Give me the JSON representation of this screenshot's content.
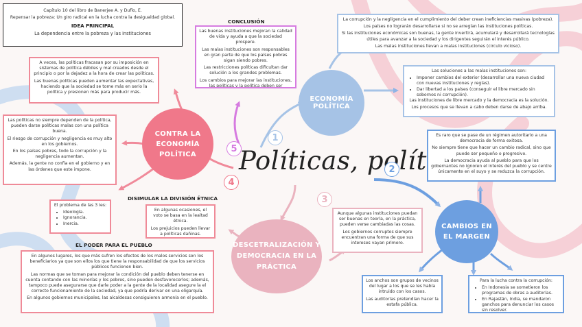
{
  "colors": {
    "pink": "#f0788a",
    "light_pink": "#eab3bf",
    "blue": "#6d9fe0",
    "light_blue": "#a6c3e6",
    "violet": "#d67be0",
    "background": "#fbf7f6"
  },
  "title": "Políticas, política",
  "header": {
    "line1": "Capítulo 10 del libro de Banerjee A. y Duflo, E.",
    "line2": "Repensar la pobreza: Un giro radical en la lucha contra la desigualdad global.",
    "idea_heading": "IDEA PRINCIPAL",
    "idea_text": "La dependencia entre la pobreza y las instituciones"
  },
  "nodes": {
    "n1": {
      "number": "1",
      "label": "ECONOMÍA POLÍTICA"
    },
    "n2": {
      "number": "2",
      "label": "CAMBIOS EN EL MARGEN"
    },
    "n3": {
      "number": "3",
      "label": "DESCETRALIZACIÓN Y DEMOCRACIA EN LA PRÁCTICA"
    },
    "n4": {
      "number": "4",
      "label": "CONTRA LA ECONOMÍA POLÍTICA"
    },
    "n5": {
      "number": "5"
    }
  },
  "conclusion": {
    "heading": "CONCLUSIÓN",
    "paragraphs": [
      "Las buenas instituciones mejoran la calidad de vida y ayuda a que la sociedad prospere.",
      "Las malas instituciones son responsables en gran parte de que los países pobres sigan siendo pobres.",
      "Las restricciones políticas dificultan dar solución a los grandes problemas.",
      "Los cambios para mejorar las instituciones, las políticas y la política deben ser graduales."
    ]
  },
  "economia": {
    "box1": [
      "La corrupción y la negligencia en el cumplimiento del deber crean ineficiencias masivas (pobreza).",
      "Los países no lograrán desarrollarse si no se arreglan las instituciones políticas.",
      "Si las instituciones económicas son buenas, la gente invertirá, acumulará y desarrollará tecnologías útiles para avanzar a la sociedad y los dirigentes seguirán el interés público.",
      "Las malas instituciones llevan a malas instituciones (circulo vicioso)."
    ],
    "box2_intro": "Las soluciones a las malas instituciones son:",
    "box2_bullets": [
      "Imponer cambios del exterior (desarrollar una nueva ciudad con nuevas instituciones y reglas).",
      "Dar libertad a los países (conseguir el libre mercado sin sobornos ni corrupción)."
    ],
    "box2_after": [
      "Las instituciones de libre mercado y la democracia es la solución.",
      "Los procesos que se llevan a cabo deben darse de abajo arriba."
    ]
  },
  "cambios": {
    "main": [
      "Es raro que se pase de un régimen autoritario a una democracia de forma exitosa.",
      "No siempre tiene que hacer un cambio radical, sino que puede ser pequeño o progresivo.",
      "La democracia ayuda al pueblo para que los gobernantes no ignoren el interés del pueblo y se centre únicamente en el suyo y se reduzca la corrupción."
    ],
    "left": [
      "Los anchos son grupos de vecinos del lugar a los que se les había intruido con los casos.",
      "Las auditorías pretendían hacer la estafa pública."
    ],
    "right_intro": "Para la lucha contra la corrupción:",
    "right_bullets": [
      "En Indonesia se sometieron los programas de obras a auditorías.",
      "En Rajastán, India, se mandaron ganchos para denunciar los casos sin resolver."
    ]
  },
  "descentralizacion": {
    "box": [
      "Aunque algunas instituciones puedan ser buenas en teoría, en la práctica, pueden verse cambiadas las cosas.",
      "Los gobiernos corruptos siempre encuentran una forma de que sus intereses vayan primero."
    ]
  },
  "contra": {
    "box1": [
      "A veces, las políticas fracasan por su imposición en sistemas de política débiles y mal creados desde el principio o por la dejadez a la hora de crear las políticas.",
      "Las buenas políticas pueden aumentar las expectativas, haciendo que la sociedad se tome más en serio la política y presionen más para producir más."
    ],
    "box2": [
      "Las políticas no siempre dependen de la política, pueden darse políticas malas con una política buena.",
      "El riesgo de corrupción y negligencia es muy alto en los gobiernos.",
      "En los países pobres, todo la corrupción y la negligencia aumentan.",
      "Además, la gente no confía en el gobierno y en las órdenes que este impone."
    ]
  },
  "division": {
    "heading": "DISIMULAR LA DIVISIÓN ÉTNICA",
    "problem_intro": "El problema de las 3 Ies:",
    "problems": [
      "Ideología.",
      "Ignorancia.",
      "Inercia."
    ],
    "box": [
      "En algunas ocasiones, el voto se basa en la lealtad étnica.",
      "Los prejuicios pueden llevar a políticas dañinas."
    ]
  },
  "poder": {
    "heading": "EL PODER PARA EL PUEBLO",
    "paragraphs": [
      "En algunos lugares, los que más sufren los efectos de los malos servicios son los beneficiarios ya que son ellos los que tiene la responsabilidad de que los servicios públicos funcionen bien.",
      "Las normas que se toman para mejorar la condición del pueblo deben tenerse en cuenta contando con las minorías y los pobres, sino pueden desfavorecerlos; además, tampoco puede asegurarse que darle poder a la gente de la localidad asegure la el correcto funcionamiento de la sociedad, ya que podría derivar en una oligarquía.",
      "En algunos gobiernos municipales, las alcaldesas consiguieron armonía en el pueblo."
    ]
  }
}
